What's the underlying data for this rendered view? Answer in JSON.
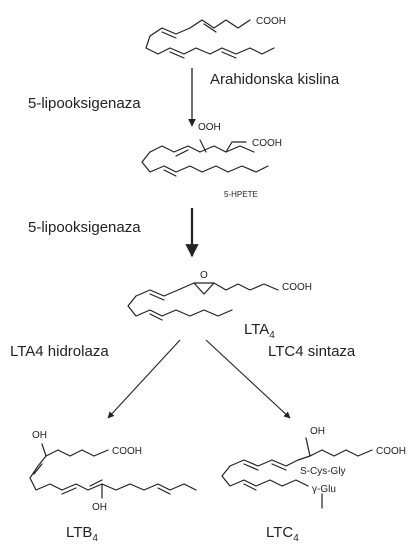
{
  "compounds": {
    "arachidonic": {
      "name": "Arahidonska kislina",
      "cooh": "COOH"
    },
    "hpete": {
      "name": "5-HPETE",
      "ooh": "OOH",
      "cooh": "COOH"
    },
    "lta4": {
      "name": "LTA",
      "sub": "4",
      "cooh": "COOH",
      "epoxide_o": "O"
    },
    "ltb4": {
      "name": "LTB",
      "sub": "4",
      "oh_top": "OH",
      "oh_bottom": "OH",
      "cooh": "COOH"
    },
    "ltc4": {
      "name": "LTC",
      "sub": "4",
      "oh": "OH",
      "cooh": "COOH",
      "scysgly": "S-Cys-Gly",
      "yglu": "γ-Glu"
    }
  },
  "enzymes": {
    "step1": "5-lipooksigenaza",
    "step2": "5-lipooksigenaza",
    "left": "LTA4 hidrolaza",
    "right": "LTC4 sintaza"
  }
}
